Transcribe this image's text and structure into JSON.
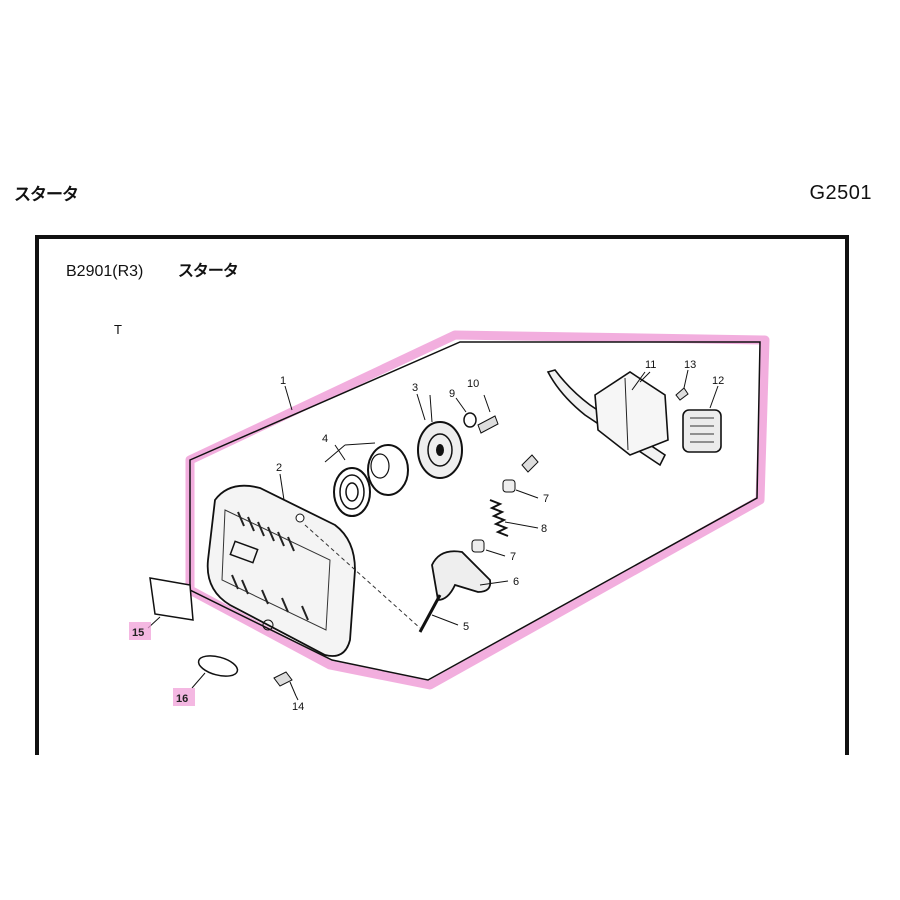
{
  "header": {
    "section_label": "スタータ",
    "page_code": "G2501"
  },
  "frame": {
    "model_code": "B2901(R3)",
    "model_name": "スタータ",
    "tag": "T"
  },
  "callouts": {
    "c1": "1",
    "c2": "2",
    "c3": "3",
    "c4": "4",
    "c5": "5",
    "c6": "6",
    "c7a": "7",
    "c7b": "7",
    "c8": "8",
    "c9": "9",
    "c10": "10",
    "c11": "11",
    "c12": "12",
    "c13": "13",
    "c14": "14",
    "c15": "15",
    "c16": "16"
  },
  "colors": {
    "highlight": "#f0a0d8",
    "line": "#111111"
  }
}
